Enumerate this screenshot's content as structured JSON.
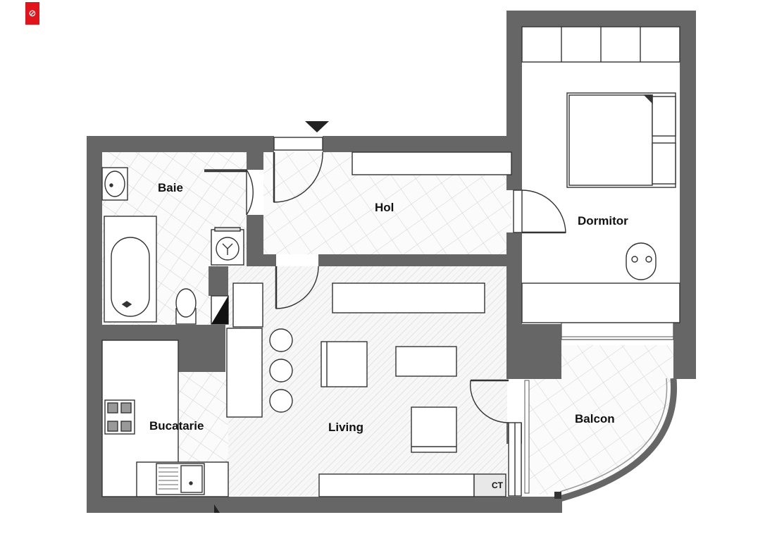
{
  "brand": {
    "logo_glyph": "⊘",
    "color": "#e1141b"
  },
  "rooms": {
    "baie": "Baie",
    "hol": "Hol",
    "dormitor": "Dormitor",
    "living": "Living",
    "bucatarie": "Bucatarie",
    "balcon": "Balcon",
    "ct": "CT"
  },
  "colors": {
    "wall": "#666666",
    "tile": "#cfcfcf",
    "fixture_stroke": "#333333"
  }
}
